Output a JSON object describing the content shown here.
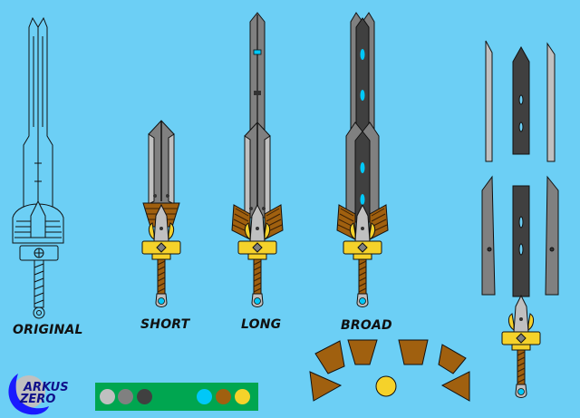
{
  "labels": {
    "original": "ORIGINAL",
    "short": "SHORT",
    "long": "LONG",
    "broad": "BROAD"
  },
  "logo": {
    "line1": "ARKUS",
    "line2": "ZERO"
  },
  "colors": {
    "background": "#6ccff5",
    "palette_bg": "#00a650",
    "swatches": [
      "#c0c0c0",
      "#808080",
      "#404040",
      "#00c8f8",
      "#a0600f",
      "#f5d22a"
    ]
  }
}
